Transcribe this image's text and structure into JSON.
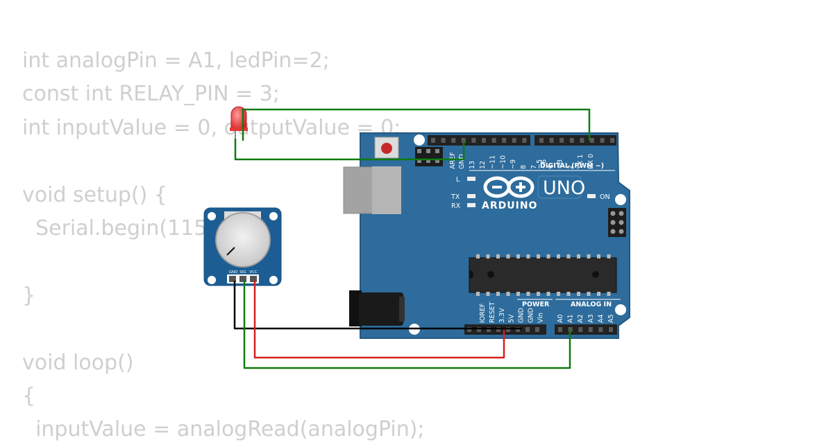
{
  "code_lines": [
    "int analogPin = A1, ledPin=2;",
    "const int RELAY_PIN = 3;",
    "int inputValue = 0, outputValue = 0;",
    "",
    "void setup() {",
    "  Serial.begin(115200);",
    "",
    "}",
    "",
    "void loop()",
    "{",
    "  inputValue = analogRead(analogPin);"
  ],
  "board": {
    "brand": "ARDUINO",
    "model": "UNO",
    "on_label": "ON",
    "digital_label": "DIGITAL (PWM ~)",
    "power_label": "POWER",
    "analog_label": "ANALOG IN",
    "led_labels": [
      "L",
      "TX",
      "RX"
    ],
    "digital_pins": [
      "AREF",
      "GND",
      "13",
      "12",
      "~11",
      "~10",
      "~9",
      "8",
      "7",
      "~6",
      "~5",
      "4",
      "~3",
      "2",
      "TX 1",
      "RX 0"
    ],
    "power_pins": [
      "IOREF",
      "RESET",
      "3.3V",
      "5V",
      "GND",
      "GND",
      "Vin"
    ],
    "analog_pins": [
      "A0",
      "A1",
      "A2",
      "A3",
      "A4",
      "A5"
    ],
    "color": "#2d6c9c"
  },
  "potentiometer": {
    "pins": [
      "GND",
      "SIG",
      "VCC"
    ],
    "color": "#1c5d94"
  },
  "led": {
    "color": "#e53935"
  },
  "wires": {
    "ground": "#000000",
    "power": "#d61f1f",
    "signal": "#0f7a0f"
  }
}
